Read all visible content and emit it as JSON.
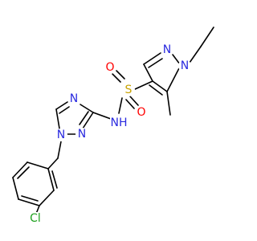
{
  "molecule": {
    "atoms": {
      "n_pyrazole_1": "N",
      "n_pyrazole_2": "N",
      "sulfur": "S",
      "oxygen_1": "O",
      "oxygen_2": "O",
      "amide_nh": "NH",
      "n_triazole_1": "N",
      "n_triazole_2": "N",
      "n_triazole_4": "N",
      "chlorine": "Cl"
    }
  }
}
